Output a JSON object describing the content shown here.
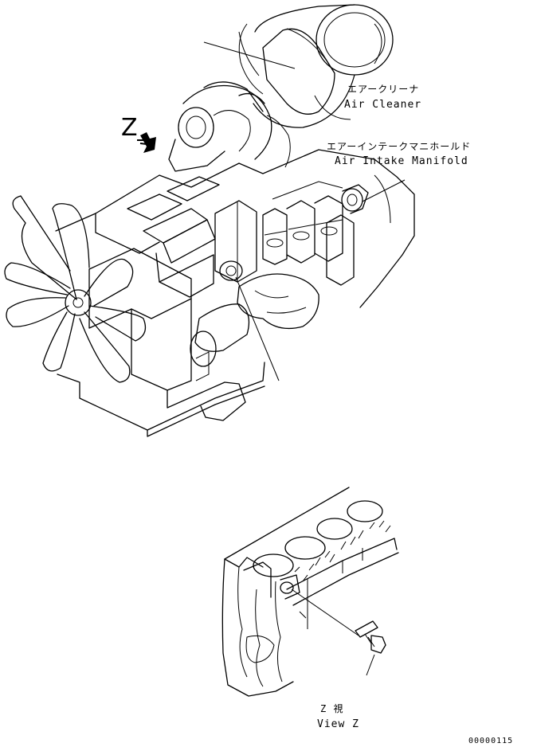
{
  "labels": {
    "air_cleaner_jp": "エアークリーナ",
    "air_cleaner_en": "Air Cleaner",
    "air_intake_manifold_jp": "エアーインテークマニホールド",
    "air_intake_manifold_en": "Air Intake Manifold",
    "view_letter": "Z",
    "view_z_jp": "Z 視",
    "view_z_en": "View Z"
  },
  "drawing_number": "00000115",
  "icons": [
    "view-direction-arrow-icon"
  ]
}
